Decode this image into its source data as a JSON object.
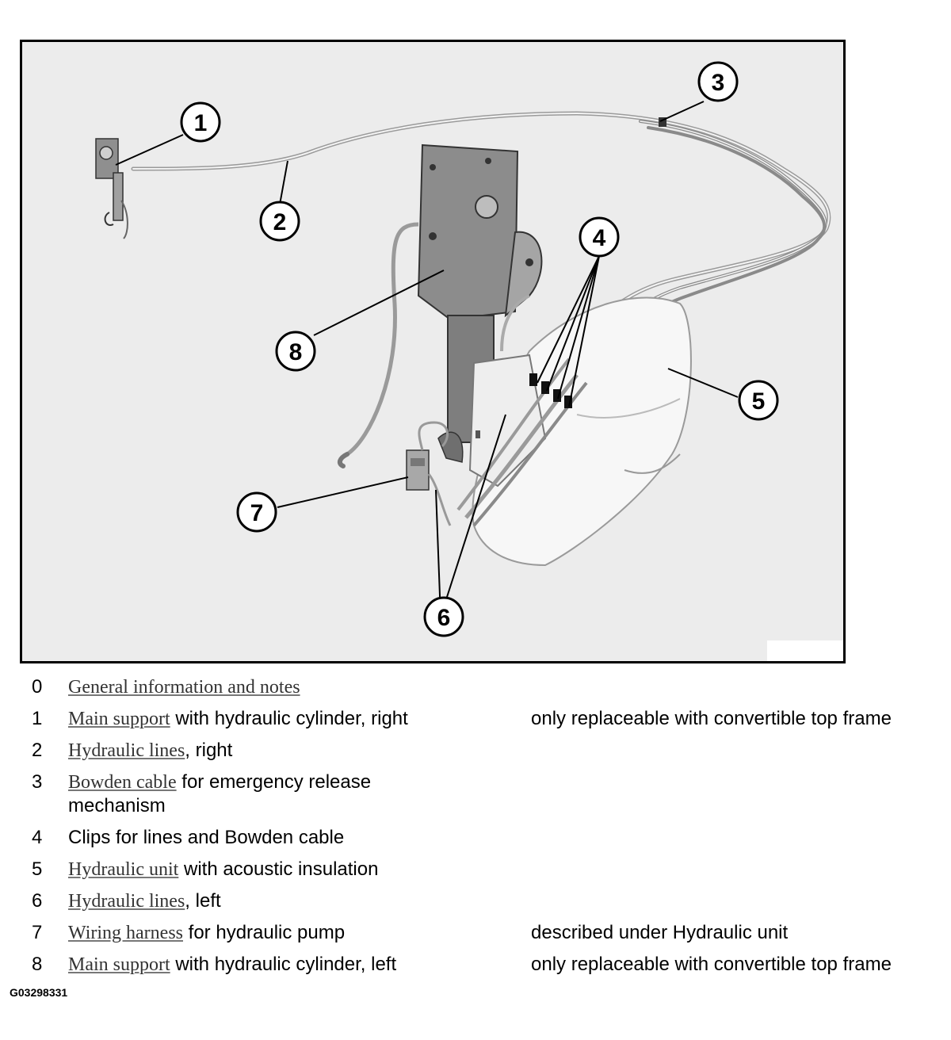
{
  "figure": {
    "callouts": [
      "1",
      "2",
      "3",
      "4",
      "5",
      "6",
      "7",
      "8"
    ]
  },
  "legend": [
    {
      "num": "0",
      "link": "General information and notes",
      "text": "",
      "note": ""
    },
    {
      "num": "1",
      "link": "Main support",
      "text": " with hydraulic cylinder, right",
      "note": "only replaceable with convertible top frame"
    },
    {
      "num": "2",
      "link": "Hydraulic lines",
      "text": ", right",
      "note": ""
    },
    {
      "num": "3",
      "link": "Bowden cable",
      "text": " for emergency release mechanism",
      "note": ""
    },
    {
      "num": "4",
      "link": "",
      "text": "Clips for lines and Bowden cable",
      "note": ""
    },
    {
      "num": "5",
      "link": "Hydraulic unit",
      "text": " with acoustic insulation",
      "note": ""
    },
    {
      "num": "6",
      "link": "Hydraulic lines",
      "text": ", left",
      "note": ""
    },
    {
      "num": "7",
      "link": "Wiring harness",
      "text": " for hydraulic pump",
      "note": "described under Hydraulic unit"
    },
    {
      "num": "8",
      "link": "Main support",
      "text": " with hydraulic cylinder, left",
      "note": "only replaceable with convertible top frame"
    }
  ],
  "doc_code": "G03298331"
}
